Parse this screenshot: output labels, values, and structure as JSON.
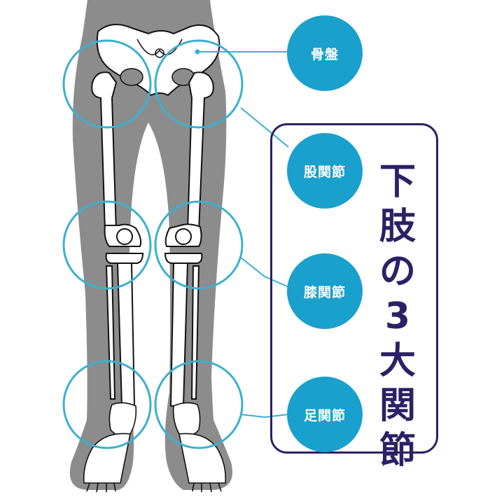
{
  "labels": {
    "pelvis": "骨盤",
    "hip": "股関節",
    "knee": "膝関節",
    "ankle": "足関節"
  },
  "title_chars": [
    "下",
    "肢",
    "の",
    "3",
    "大",
    "関",
    "節"
  ],
  "colors": {
    "bubble": "#1aa0cc",
    "ring": "#3ab0cf",
    "frame": "#2a2166",
    "title": "#2a2166",
    "body": "#8c8c8c",
    "bone": "#ffffff",
    "outline": "#111111"
  }
}
